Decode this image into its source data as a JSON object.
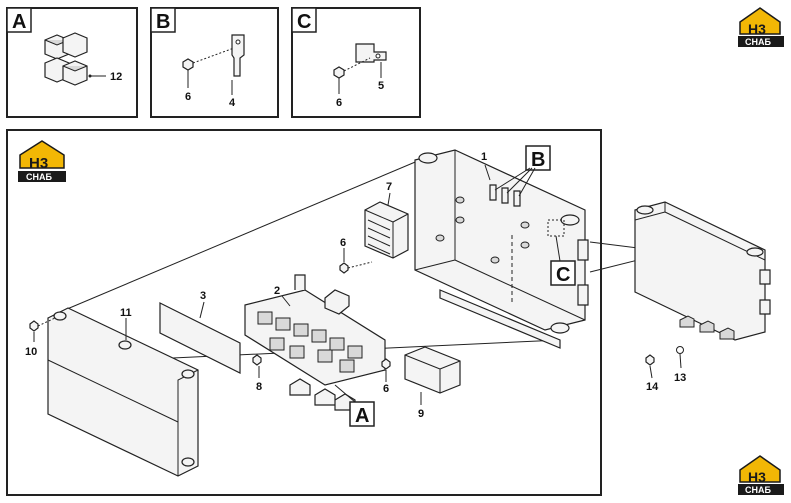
{
  "colors": {
    "logo_bg": "#1a1a1a",
    "logo_accent": "#f2b705",
    "line": "#222222"
  },
  "logo": {
    "mark": "H3",
    "text": "CHAБ"
  },
  "insets": [
    {
      "letter": "A",
      "parts": [
        "12"
      ]
    },
    {
      "letter": "B",
      "parts": [
        "6",
        "4"
      ]
    },
    {
      "letter": "C",
      "parts": [
        "6",
        "5"
      ]
    }
  ],
  "main": {
    "callouts": {
      "b": "B",
      "c": "C",
      "a": "A"
    },
    "parts": {
      "p1": "1",
      "p2": "2",
      "p3": "3",
      "p6a": "6",
      "p6b": "6",
      "p7": "7",
      "p8": "8",
      "p9": "9",
      "p10": "10",
      "p11": "11",
      "p13": "13",
      "p14": "14"
    }
  }
}
